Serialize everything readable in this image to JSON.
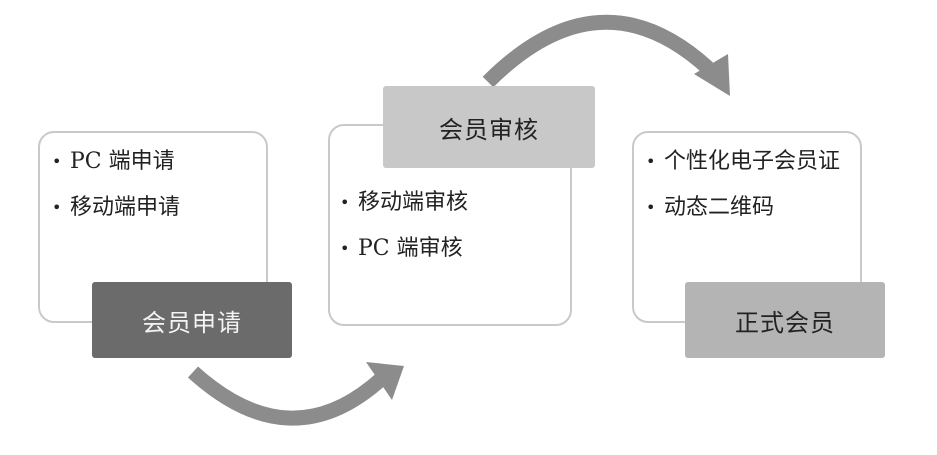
{
  "stages": [
    {
      "title": "会员申请",
      "items": [
        "PC 端申请",
        "移动端申请"
      ]
    },
    {
      "title": "会员审核",
      "items": [
        "移动端审核",
        "PC 端审核"
      ]
    },
    {
      "title": "正式会员",
      "items": [
        "个性化电子会员证",
        "动态二维码"
      ]
    }
  ],
  "bullet_glyph": "•",
  "colors": {
    "card_border": "#c9c9c9",
    "tag_dark": "#6b6b6b",
    "tag_light": "#c8c8c8",
    "tag_mid": "#b4b4b4",
    "arrow": "#8c8c8c"
  }
}
